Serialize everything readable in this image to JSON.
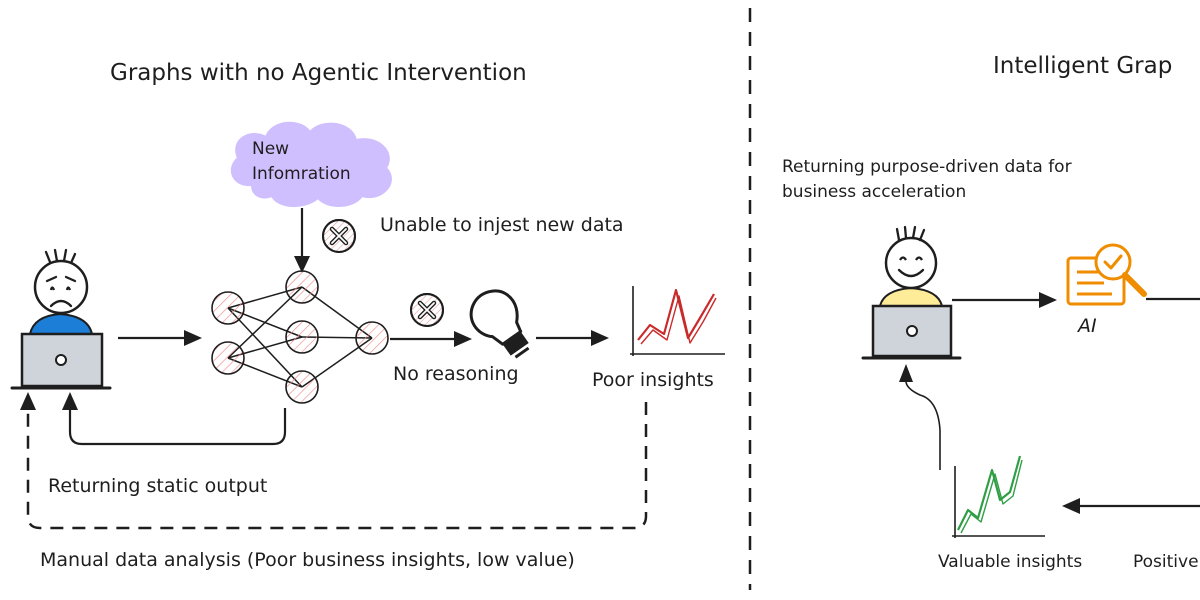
{
  "left_panel": {
    "title": "Graphs with no Agentic Intervention",
    "cloud_line1": "New",
    "cloud_line2": "Infomration",
    "inject_error": "Unable to injest new data",
    "reasoning_label": "No reasoning",
    "insights_label": "Poor insights",
    "static_output_label": "Returning static output",
    "manual_analysis_label": "Manual data analysis (Poor business insights, low value)"
  },
  "right_panel": {
    "title": "Intelligent Grap",
    "purpose_line1": "Returning purpose-driven data for",
    "purpose_line2": "business acceleration",
    "ai_label": "AI",
    "valuable_label": "Valuable insights",
    "positive_label": "Positive"
  },
  "colors": {
    "cloud_fill": "#d0bfff",
    "node_stroke": "#e03131",
    "laptop_fill": "#ced4da",
    "sad_user_shirt": "#1c7ed6",
    "happy_user_shirt": "#ffec99",
    "poor_chart": "#c92a2a",
    "valuable_chart": "#2f9e44",
    "ai_icon": "#f08c00"
  }
}
